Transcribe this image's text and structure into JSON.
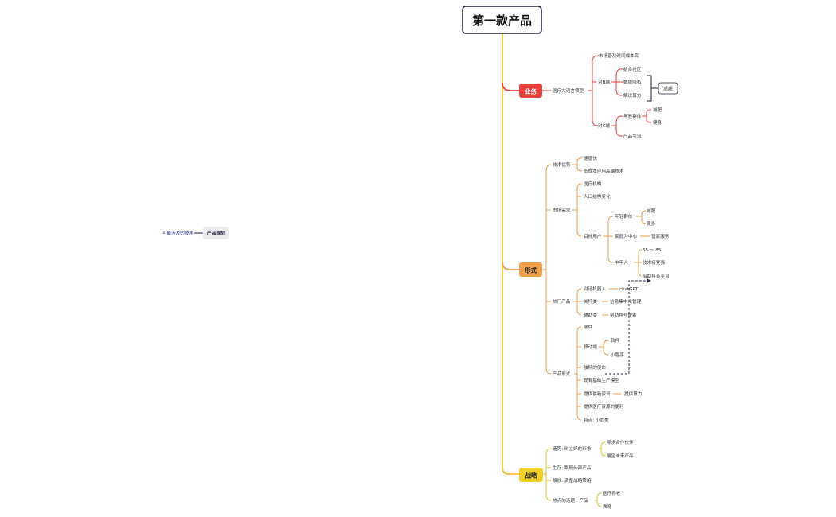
{
  "colors": {
    "trunk": "#f2c230",
    "business": "#e8423e",
    "form": "#f0a04a",
    "strategy": "#f0d02c",
    "form_line": "#e8a050",
    "strategy_line": "#e4c234",
    "root_border": "#1c1c3a",
    "dashed": "#2a2a55",
    "side_text": "#1f2a88",
    "side_node_bg": "#ececef"
  },
  "root": {
    "label": "第一款产品"
  },
  "side": {
    "node": "产品规划",
    "label": "可能涉及的技术"
  },
  "business": {
    "label": "业务",
    "model": "医疗大语言模型",
    "market": "市场普及时间成本高",
    "b_side": "对B端",
    "community": "结合社区",
    "privacy": "数据隐私",
    "compute": "解决算力",
    "later": "后期",
    "c_side": "对C端",
    "young": "年轻群体",
    "lose_weight": "减肥",
    "fitness": "健身",
    "traffic": "产品引流"
  },
  "form": {
    "label": "形式",
    "tech": "技术优势",
    "fast": "速度快",
    "low_cost": "低成本应用高端技术",
    "demand": "市场需求",
    "medical_org": "医疗机构",
    "population": "人口结构变化",
    "target": "目标用户",
    "young": "年轻群体",
    "lose_weight": "减肥",
    "fitness": "健身",
    "family": "家庭为中心",
    "housekeeping": "管家服务",
    "middle": "中年人",
    "age": "65 ～ 85",
    "accept": "技术接受强",
    "douyin": "借助抖音平台",
    "hot": "热门产品",
    "chatbot": "对话机器人",
    "chatgpt": "chatGPT",
    "care": "关怀类",
    "info_mgmt": "信息集中化管理",
    "assist": "辅助类",
    "search": "帮助挂号搜索",
    "shape": "产品形式",
    "hardware": "硬件",
    "mobile": "移动端",
    "software": "软件",
    "miniapp": "小程序",
    "unique": "独特的使命",
    "existing": "现有基础生产模型",
    "news": "提供最新资讯",
    "compute": "提供算力",
    "resources": "提供医疗资源的便利",
    "feature": "特点: 小而美"
  },
  "strategy": {
    "label": "战略",
    "early": "造势: 树立好的形象",
    "partner": "寻求合作伙伴",
    "future": "展望未来产品",
    "survive": "生存: 跟随头部产品",
    "adjust": "解放: 调整战略策略",
    "topic": "热点的话题，产品",
    "elderly": "医疗养老",
    "education": "教育"
  }
}
